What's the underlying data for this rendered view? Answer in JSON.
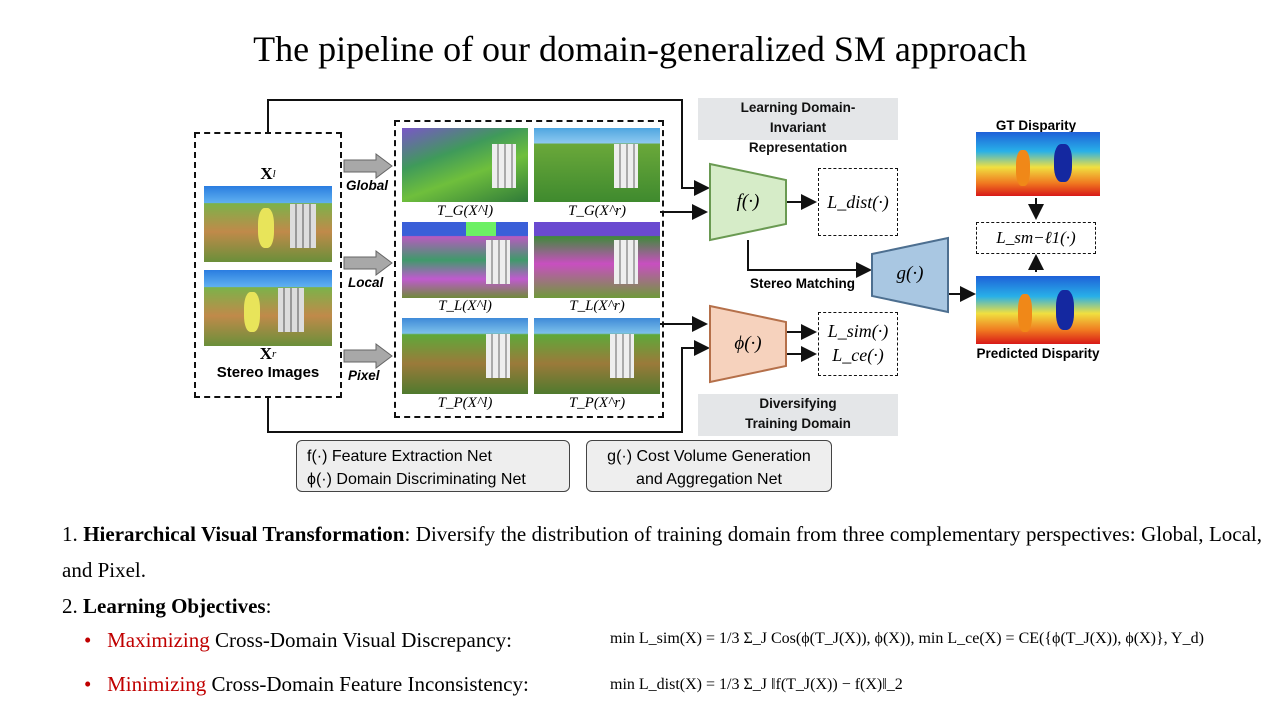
{
  "title": "The pipeline of our domain-generalized SM approach",
  "diagram": {
    "input_left_label": "X",
    "input_left_sup": "l",
    "input_right_label": "X",
    "input_right_sup": "r",
    "stereo_images_label": "Stereo Images",
    "branches": [
      "Global",
      "Local",
      "Pixel"
    ],
    "captions": {
      "tg_l": "T_G(X^l)",
      "tg_r": "T_G(X^r)",
      "tl_l": "T_L(X^l)",
      "tl_r": "T_L(X^r)",
      "tp_l": "T_P(X^l)",
      "tp_r": "T_P(X^r)"
    },
    "learning_invariant": "Learning Domain-Invariant Representation",
    "diversifying_training": "Diversifying Training Domain",
    "f_net": "f(·)",
    "phi_net": "ϕ(·)",
    "g_net": "g(·)",
    "loss_dist": "L_dist(·)",
    "loss_sim": "L_sim(·)",
    "loss_ce": "L_ce(·)",
    "loss_sm": "L_sm−ℓ1(·)",
    "stereo_matching": "Stereo Matching",
    "gt_disparity": "GT Disparity",
    "predicted_disparity": "Predicted Disparity",
    "legend_left_line1": "f(·) Feature Extraction Net",
    "legend_left_line2": "ϕ(·) Domain Discriminating Net",
    "legend_right_line1": "g(·) Cost Volume Generation",
    "legend_right_line2": "and Aggregation Net"
  },
  "text": {
    "item1_num": "1.",
    "item1_bold": "Hierarchical Visual Transformation",
    "item1_rest": ": Diversify the distribution of training domain from three complementary perspectives: Global, Local, and Pixel.",
    "item2_num": "2.",
    "item2_bold": "Learning Objectives",
    "item2_rest": ":",
    "bullet1_red": "Maximizing",
    "bullet1_rest": " Cross-Domain Visual Discrepancy:",
    "bullet2_red": "Minimizing",
    "bullet2_rest": " Cross-Domain Feature Inconsistency:",
    "formula1": "min L_sim(X) = 1/3 Σ_J Cos(ϕ(T_J(X)), ϕ(X)),  min L_ce(X) = CE({ϕ(T_J(X)), ϕ(X)}, Y_d)",
    "formula2": "min L_dist(X) = 1/3 Σ_J ‖f(T_J(X)) − f(X)‖_2"
  },
  "colors": {
    "f_fill": "#d6ecc8",
    "f_stroke": "#6a9a52",
    "phi_fill": "#f6d2bd",
    "phi_stroke": "#b5704a",
    "g_fill": "#a9c7e2",
    "g_stroke": "#4d6f90",
    "emphasis_red": "#c00000",
    "arrow_grey": "#9a9a9a"
  }
}
